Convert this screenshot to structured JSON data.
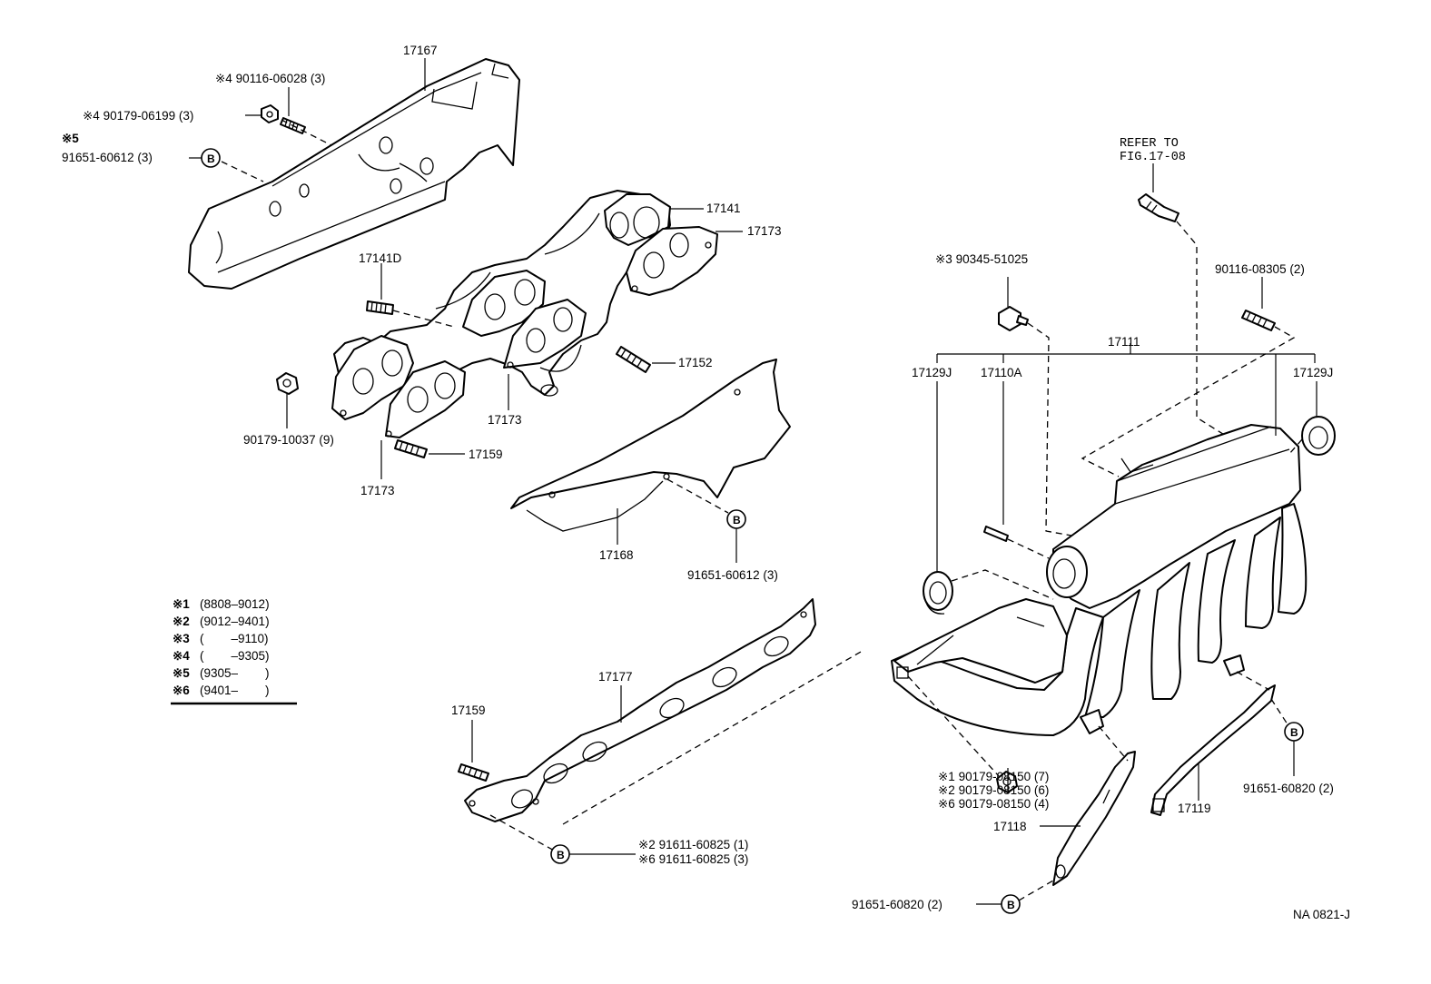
{
  "labels": {
    "p17167": "17167",
    "n4_90116_06028": "※4 90116-06028 (3)",
    "n4_90179_06199": "※4 90179-06199 (3)",
    "n5": "※5",
    "p91651_60612_top": "91651-60612 (3)",
    "p17141": "17141",
    "p17173_a": "17173",
    "p17141D": "17141D",
    "p17152": "17152",
    "p17173_b": "17173",
    "p90179_10037": "90179-10037 (9)",
    "p17159_a": "17159",
    "p17173_c": "17173",
    "p17168": "17168",
    "p91651_60612_mid": "91651-60612 (3)",
    "p17177": "17177",
    "p17159_b": "17159",
    "n2_91611_60825": "※2 91611-60825 (1)",
    "n6_91611_60825": "※6 91611-60825 (3)",
    "refer_line1": "REFER TO",
    "refer_line2": "FIG.17-08",
    "n3_90345_51025": "※3 90345-51025",
    "p90116_08305": "90116-08305 (2)",
    "p17111": "17111",
    "p17129J_left": "17129J",
    "p17110A": "17110A",
    "p17129J_right": "17129J",
    "n1_90179_08150": "※1 90179-08150 (7)",
    "n2_90179_08150": "※2 90179-08150 (6)",
    "n6_90179_08150": "※6 90179-08150 (4)",
    "p17118": "17118",
    "p17119": "17119",
    "p91651_60820_right": "91651-60820 (2)",
    "p91651_60820_bottom": "91651-60820 (2)",
    "figure_code": "NA  0821-J",
    "bolt_symbol": "B"
  },
  "legend": [
    {
      "mark": "※1",
      "range": "(8808–9012)"
    },
    {
      "mark": "※2",
      "range": "(9012–9401)"
    },
    {
      "mark": "※3",
      "range": "(        –9110)"
    },
    {
      "mark": "※4",
      "range": "(        –9305)"
    },
    {
      "mark": "※5",
      "range": "(9305–        )"
    },
    {
      "mark": "※6",
      "range": "(9401–        )"
    }
  ]
}
